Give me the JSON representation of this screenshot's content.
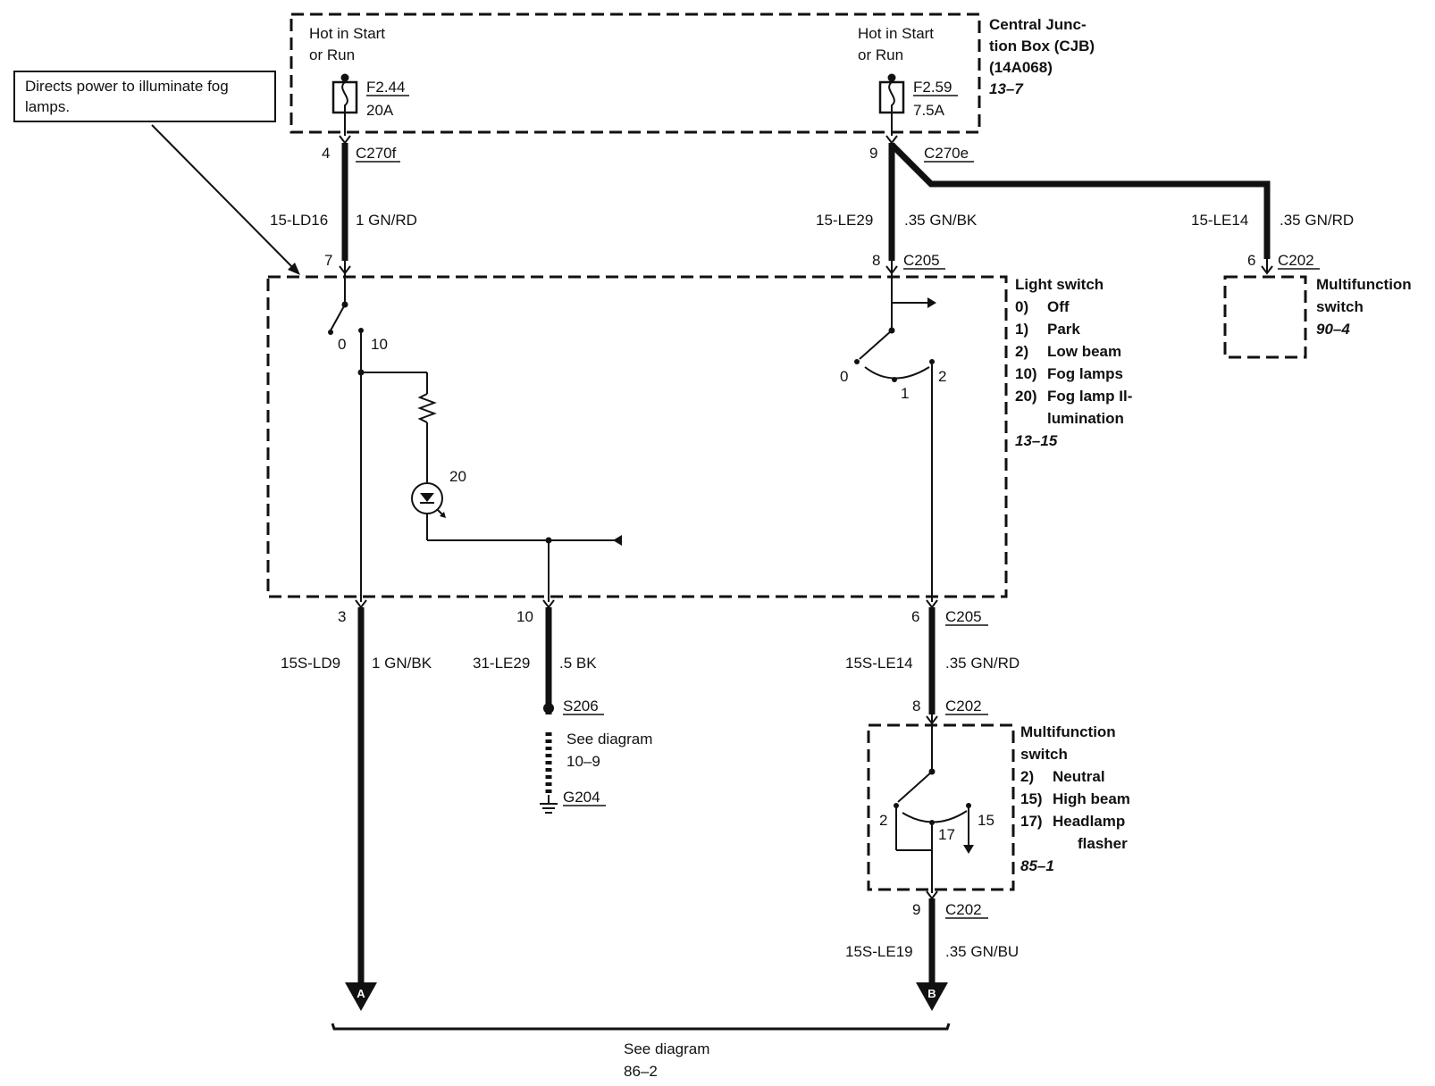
{
  "note": {
    "line1": "Directs power to illuminate fog",
    "line2": "lamps."
  },
  "cjb": {
    "title1": "Central Junc-",
    "title2": "tion Box (CJB)",
    "part": "(14A068)",
    "ref": "13–7",
    "hot_left1": "Hot in Start",
    "hot_left2": "or Run",
    "hot_right1": "Hot in Start",
    "hot_right2": "or Run",
    "fuse_left": {
      "name": "F2.44",
      "rating": "20A"
    },
    "fuse_right": {
      "name": "F2.59",
      "rating": "7.5A"
    }
  },
  "connectors": {
    "c270f_pin": "4",
    "c270f": "C270f",
    "c270e_pin": "9",
    "c270e": "C270e",
    "c205_pin7": "7",
    "c205_pin8": "8",
    "c205_top": "C205",
    "c202_pin6": "6",
    "c202_top": "C202",
    "c205_pin3": "3",
    "c205_pin10": "10",
    "c205_pin6": "6",
    "c205_bottom": "C205",
    "c202_pin8": "8",
    "c202_mid": "C202",
    "c202_pin9": "9",
    "c202_bottom": "C202"
  },
  "wires": {
    "w1_circuit": "15-LD16",
    "w1_spec": "1 GN/RD",
    "w2_circuit": "15-LE29",
    "w2_spec": ".35 GN/BK",
    "w3_circuit": "15-LE14",
    "w3_spec": ".35 GN/RD",
    "w4_circuit": "15S-LD9",
    "w4_spec": "1 GN/BK",
    "w5_circuit": "31-LE29",
    "w5_spec": ".5 BK",
    "w6_circuit": "15S-LE14",
    "w6_spec": ".35 GN/RD",
    "w7_circuit": "15S-LE19",
    "w7_spec": ".35 GN/BU"
  },
  "light_switch": {
    "title": "Light switch",
    "items": [
      {
        "num": "0)",
        "label": "Off"
      },
      {
        "num": "1)",
        "label": "Park"
      },
      {
        "num": "2)",
        "label": "Low beam"
      },
      {
        "num": "10)",
        "label": "Fog lamps"
      },
      {
        "num": "20)",
        "label": "Fog lamp Il-"
      }
    ],
    "item_cont": "lumination",
    "ref": "13–15",
    "pos_0_left": "0",
    "pos_10": "10",
    "pos_20": "20",
    "pos_0_right": "0",
    "pos_1": "1",
    "pos_2": "2"
  },
  "mfs_top": {
    "title1": "Multifunction",
    "title2": "switch",
    "ref": "90–4"
  },
  "mfs_bottom": {
    "title1": "Multifunction",
    "title2": "switch",
    "items": [
      {
        "num": "2)",
        "label": "Neutral"
      },
      {
        "num": "15)",
        "label": "High beam"
      },
      {
        "num": "17)",
        "label": "Headlamp"
      }
    ],
    "item_cont": "flasher",
    "ref": "85–1",
    "pos_2": "2",
    "pos_17": "17",
    "pos_15": "15"
  },
  "splice": {
    "name": "S206",
    "see1": "See diagram",
    "see2": "10–9",
    "ground": "G204"
  },
  "arrows": {
    "a": "A",
    "b": "B"
  },
  "footer": {
    "line1": "See diagram",
    "line2": "86–2"
  }
}
